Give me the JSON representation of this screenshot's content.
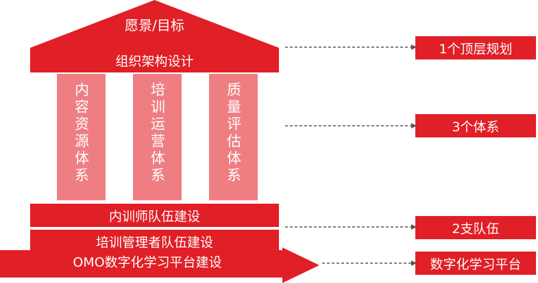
{
  "roof": {
    "label": "愿景/目标"
  },
  "org_bar": {
    "label": "组织架构设计"
  },
  "pillars": [
    {
      "label": "内容资源体系"
    },
    {
      "label": "培训运营体系"
    },
    {
      "label": "质量评估体系"
    }
  ],
  "foundation": [
    {
      "label": "内训师队伍建设"
    },
    {
      "label": "培训管理者队伍建设"
    }
  ],
  "arrow": {
    "label": "OMO数字化学习平台建设"
  },
  "outcomes": [
    {
      "label": "1个顶层规划"
    },
    {
      "label": "3个体系"
    },
    {
      "label": "2支队伍"
    },
    {
      "label": "数字化学习平台"
    }
  ],
  "colors": {
    "primary": "#e01f26",
    "pillar": "#ef7e83",
    "connector": "#555555"
  }
}
